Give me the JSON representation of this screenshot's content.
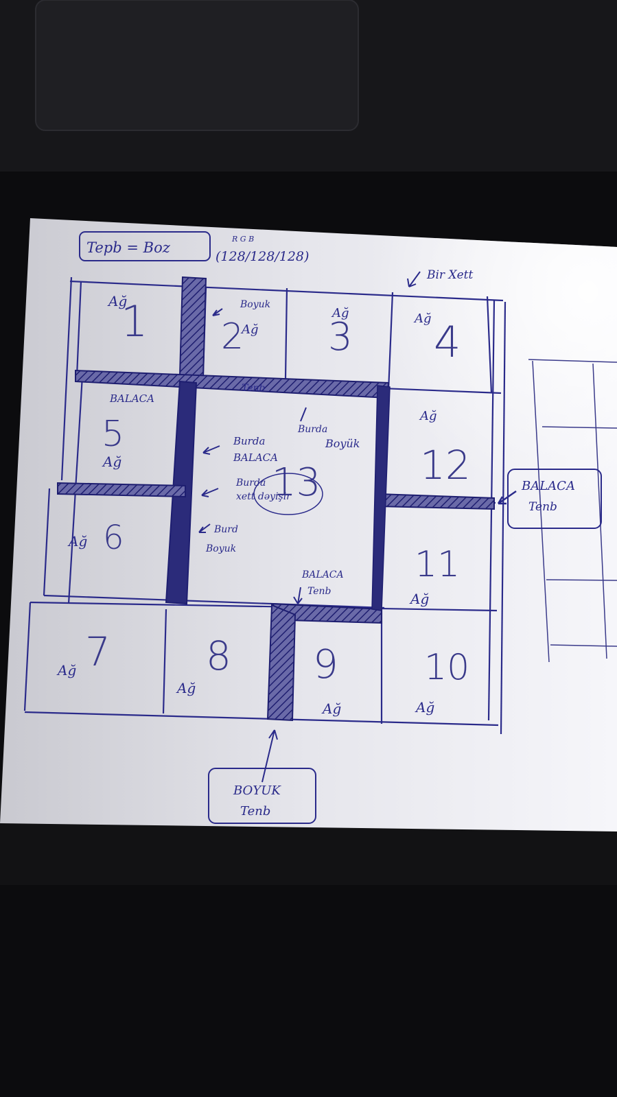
{
  "legend": {
    "box_text": "Tepb = Boz",
    "rgb_letters": "R  G  B",
    "rgb_values": "(128/128/128)",
    "bir_xett": "Bir Xett"
  },
  "cells": [
    {
      "num": "1",
      "word": "Ağ"
    },
    {
      "num": "2",
      "word": "Ağ",
      "note": "Boyuk"
    },
    {
      "num": "3",
      "word": "Ağ"
    },
    {
      "num": "4",
      "word": "Ağ"
    },
    {
      "num": "5",
      "word": "Ağ",
      "note": "BALACA"
    },
    {
      "num": "6",
      "word": "Ağ"
    },
    {
      "num": "7",
      "word": "Ağ"
    },
    {
      "num": "8",
      "word": "Ağ"
    },
    {
      "num": "9",
      "word": "Ağ"
    },
    {
      "num": "10",
      "word": "Ağ"
    },
    {
      "num": "11",
      "word": "Ağ"
    },
    {
      "num": "12",
      "word": "Ağ"
    },
    {
      "num": "13"
    }
  ],
  "notes": {
    "top_band": "Tenb",
    "burda_boyuk_1": "Burda",
    "burda_boyuk_2": "Boyük",
    "burda_balaca_1": "Burda",
    "burda_balaca_2": "BALACA",
    "burda_xett_1": "Burda",
    "burda_xett_2": "xett dəyişir",
    "burd_boyuk_1": "Burd",
    "burd_boyuk_2": "Boyuk",
    "balaca_tenb_1": "BALACA",
    "balaca_tenb_2": "Tenb",
    "right_box_1": "BALACA",
    "right_box_2": "Tenb",
    "bottom_box_1": "BOYUK",
    "bottom_box_2": "Tenb"
  },
  "colors": {
    "ink": "#2a2a8a",
    "paper": "#e9e9ee",
    "background": "#0d0d0f"
  }
}
